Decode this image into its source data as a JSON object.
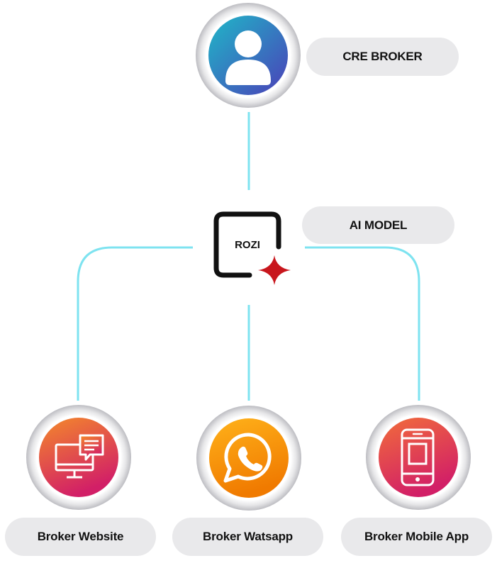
{
  "nodes": {
    "top": {
      "label": "CRE BROKER",
      "icon": "user-icon"
    },
    "center": {
      "logo_text": "ROZI",
      "label": "AI MODEL",
      "icon": "sparkle-icon"
    },
    "bottom": [
      {
        "label": "Broker Website",
        "icon": "desktop-chat-icon"
      },
      {
        "label": "Broker Watsapp",
        "icon": "whatsapp-icon"
      },
      {
        "label": "Broker Mobile App",
        "icon": "mobile-phone-icon"
      }
    ]
  },
  "colors": {
    "connector": "#7ee3f0",
    "pill_bg": "#e9e9eb",
    "top_gradient": [
      "#1fb8c8",
      "#4b3fb8"
    ],
    "website_gradient": [
      "#f48a2a",
      "#d21f67"
    ],
    "whatsapp_gradient": [
      "#ffb21a",
      "#f07a00"
    ],
    "app_gradient": [
      "#f26d3a",
      "#d21f67"
    ],
    "sparkle": "#c8161d"
  }
}
